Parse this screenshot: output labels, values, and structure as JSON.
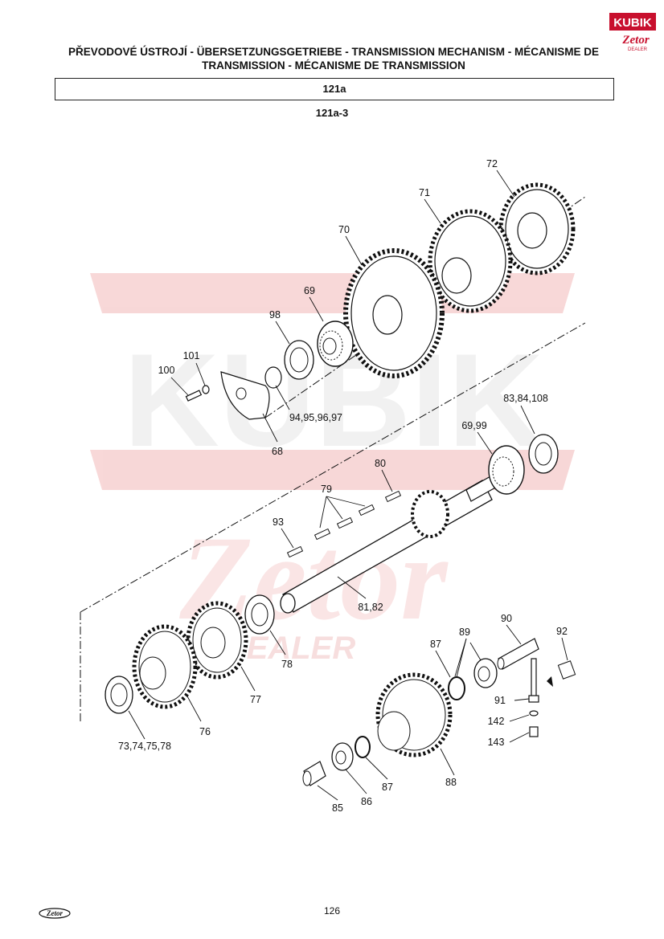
{
  "header": {
    "title": "PŘEVODOVÉ ÚSTROJÍ - ÜBERSETZUNGSGETRIEBE - TRANSMISSION MECHANISM - MÉCANISME DE TRANSMISSION - MÉCANISME DE TRANSMISSION",
    "section": "121a",
    "subsection": "121a-3"
  },
  "logo": {
    "brand": "KUBIK",
    "sub": "Zetor",
    "tag": "DEALER"
  },
  "watermark": {
    "line1": "KUBIK",
    "line2": "Zetor",
    "line3": "DEALER"
  },
  "footer": {
    "page_number": "126",
    "logo_text": "Zetor"
  },
  "callouts": {
    "c72": "72",
    "c71": "71",
    "c70": "70",
    "c69": "69",
    "c98": "98",
    "c101": "101",
    "c100": "100",
    "c68": "68",
    "c94": "94,95,96,97",
    "c83": "83,84,108",
    "c6999": "69,99",
    "c80": "80",
    "c79": "79",
    "c93": "93",
    "c8182": "81,82",
    "c78": "78",
    "c77": "77",
    "c76": "76",
    "c73": "73,74,75,78",
    "c90": "90",
    "c92": "92",
    "c89": "89",
    "c87a": "87",
    "c91": "91",
    "c142": "142",
    "c143": "143",
    "c88": "88",
    "c87b": "87",
    "c86": "86",
    "c85": "85"
  },
  "colors": {
    "watermark": "#f2b8b8",
    "line": "#111111"
  }
}
